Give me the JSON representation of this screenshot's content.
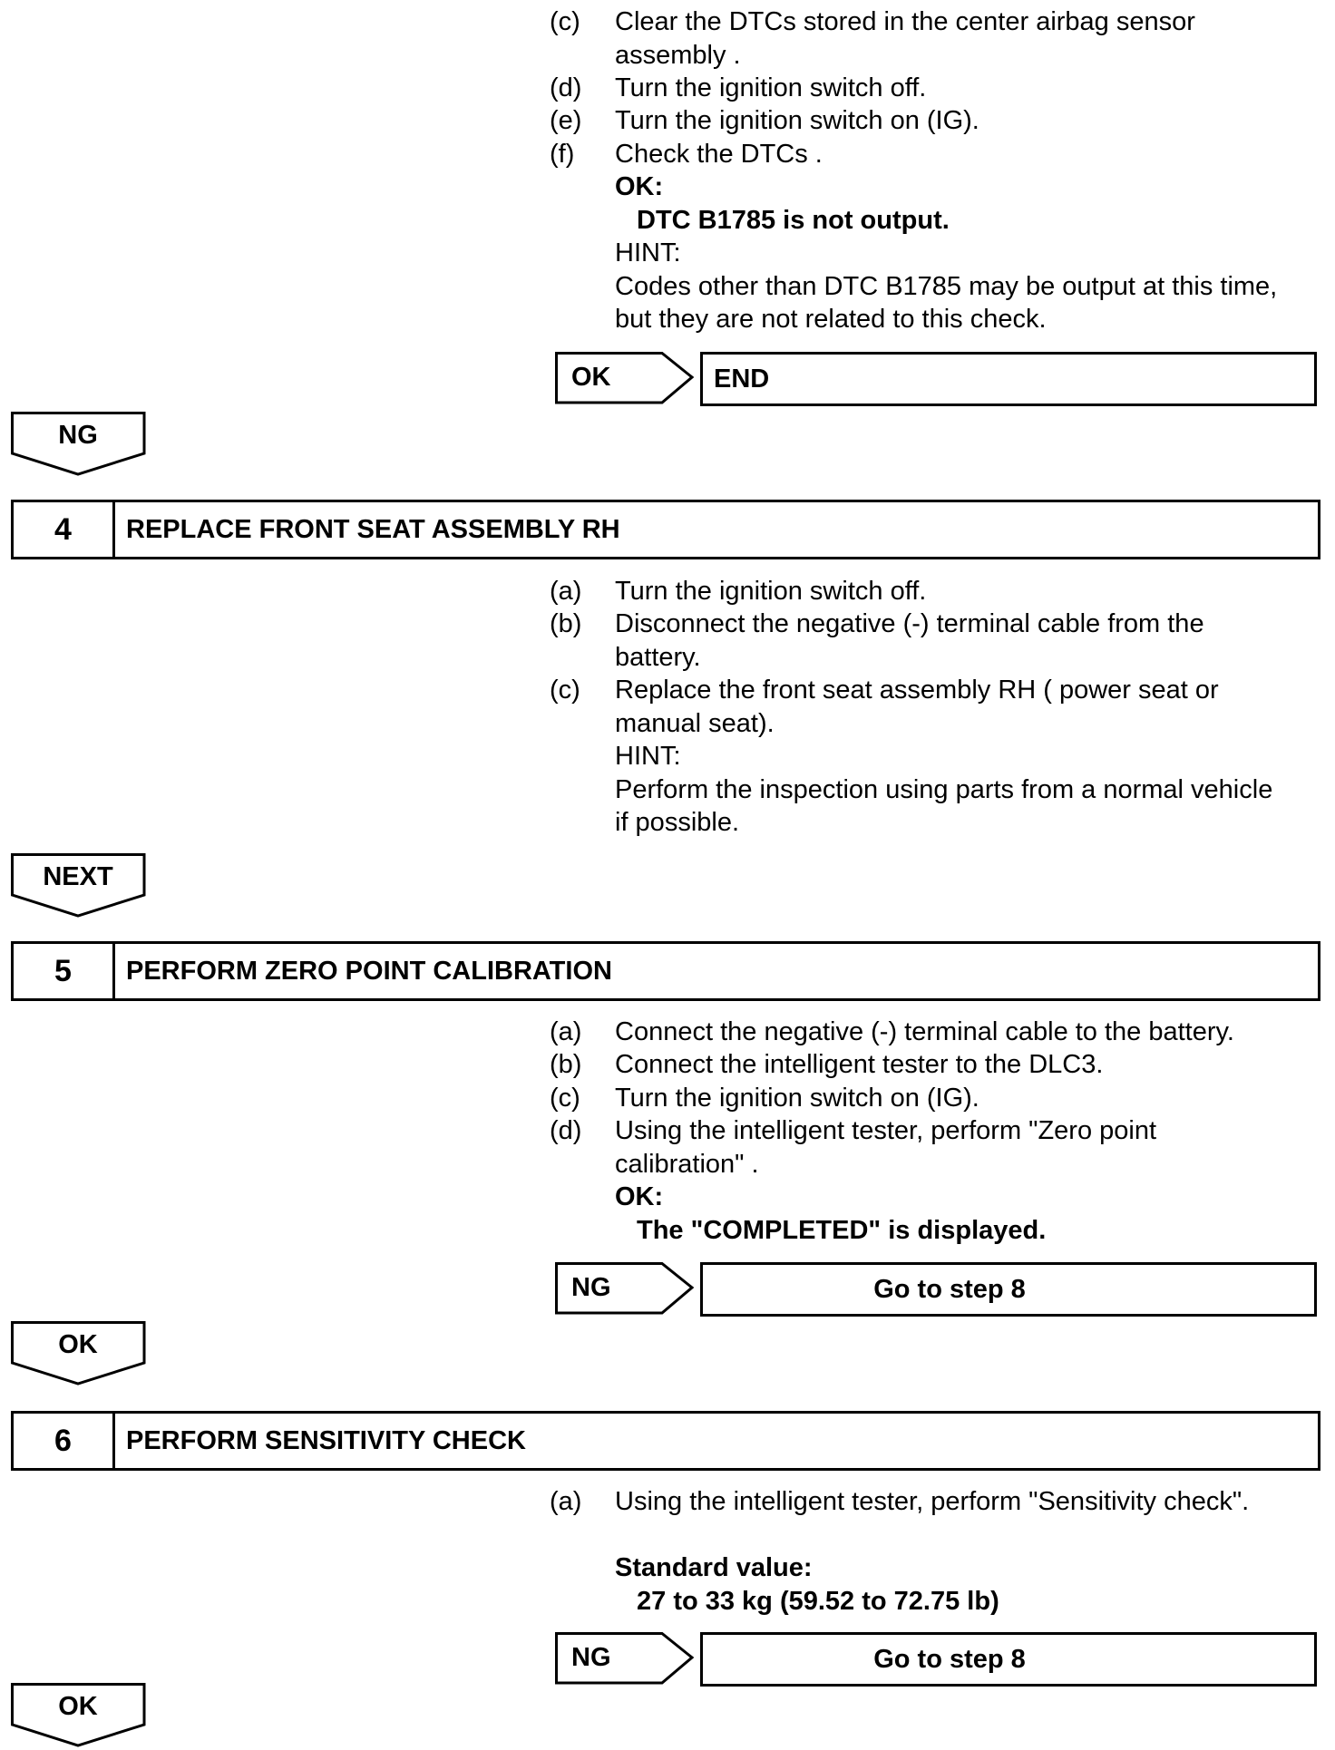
{
  "section_3_continued": {
    "steps": [
      {
        "tag": "(c)",
        "lines": [
          "Clear the DTCs stored in the center airbag sensor",
          "assembly ."
        ]
      },
      {
        "tag": "(d)",
        "lines": [
          "Turn the ignition switch off."
        ]
      },
      {
        "tag": "(e)",
        "lines": [
          "Turn the ignition switch on (IG)."
        ]
      },
      {
        "tag": "(f)",
        "lines": [
          "Check the DTCs ."
        ]
      }
    ],
    "ok_label": "OK:",
    "ok_value": "DTC B1785 is not output.",
    "hint_label": "HINT:",
    "hint_lines": [
      "Codes other than DTC B1785 may be output at this time,",
      "but they are not related to this check."
    ],
    "decision": {
      "arrow": "OK",
      "target": "END"
    },
    "flow": "NG"
  },
  "section_4": {
    "number": "4",
    "title": "REPLACE FRONT SEAT ASSEMBLY RH",
    "steps": [
      {
        "tag": "(a)",
        "lines": [
          "Turn the ignition switch off."
        ]
      },
      {
        "tag": "(b)",
        "lines": [
          "Disconnect the negative (-) terminal cable from the",
          "battery."
        ]
      },
      {
        "tag": "(c)",
        "lines": [
          "Replace the front seat assembly RH ( power seat or",
          "manual seat)."
        ]
      }
    ],
    "hint_label": "HINT:",
    "hint_lines": [
      "Perform the inspection using parts from a normal vehicle",
      "if possible."
    ],
    "flow": "NEXT"
  },
  "section_5": {
    "number": "5",
    "title": "PERFORM ZERO POINT CALIBRATION",
    "steps": [
      {
        "tag": "(a)",
        "lines": [
          "Connect the negative (-) terminal cable to the battery."
        ]
      },
      {
        "tag": "(b)",
        "lines": [
          "Connect the intelligent tester to the DLC3."
        ]
      },
      {
        "tag": "(c)",
        "lines": [
          "Turn the ignition switch on (IG)."
        ]
      },
      {
        "tag": "(d)",
        "lines": [
          "Using the intelligent tester, perform \"Zero point",
          "calibration\" ."
        ]
      }
    ],
    "ok_label": "OK:",
    "ok_value": "The \"COMPLETED\" is displayed.",
    "decision": {
      "arrow": "NG",
      "target": "Go to step 8"
    },
    "flow": "OK"
  },
  "section_6": {
    "number": "6",
    "title": "PERFORM SENSITIVITY CHECK",
    "steps": [
      {
        "tag": "(a)",
        "lines": [
          "Using the intelligent tester, perform \"Sensitivity check\"."
        ]
      }
    ],
    "standard_label": "Standard value:",
    "standard_value": "27 to 33 kg (59.52 to 72.75 lb)",
    "decision": {
      "arrow": "NG",
      "target": "Go to step 8"
    },
    "flow": "OK"
  }
}
